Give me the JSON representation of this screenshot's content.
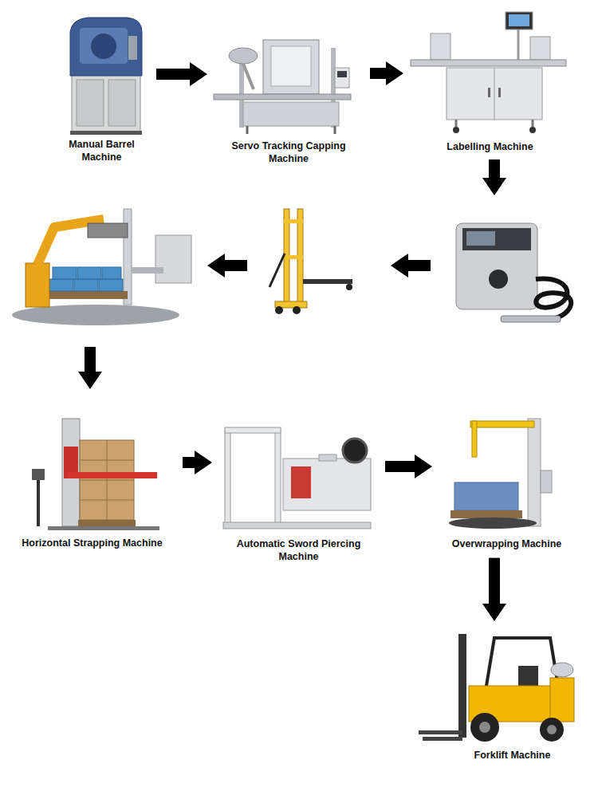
{
  "diagram": {
    "nodes": [
      {
        "text": [
          "Manual Barrel Machine"
        ]
      },
      {
        "text": [
          "Servo Tracking Capping Machine"
        ]
      },
      {
        "text": [
          "Labelling Machine"
        ]
      },
      {
        "text": [
          "Horizontal Strapping Machine"
        ]
      },
      {
        "text": [
          "Automatic Sword Piercing Machine"
        ]
      },
      {
        "text": [
          "Overwrapping Machine"
        ]
      },
      {
        "text": [
          "Forklift Machine"
        ]
      }
    ],
    "edges": [
      {
        "from": 0,
        "to": 1,
        "arrow": "to"
      },
      {
        "from": 1,
        "to": 2,
        "arrow": "to"
      },
      {
        "from": 3,
        "to": 4,
        "arrow": "to"
      },
      {
        "from": 4,
        "to": 5,
        "arrow": "to"
      },
      {
        "from": 5,
        "to": 6,
        "arrow": "to"
      }
    ]
  }
}
